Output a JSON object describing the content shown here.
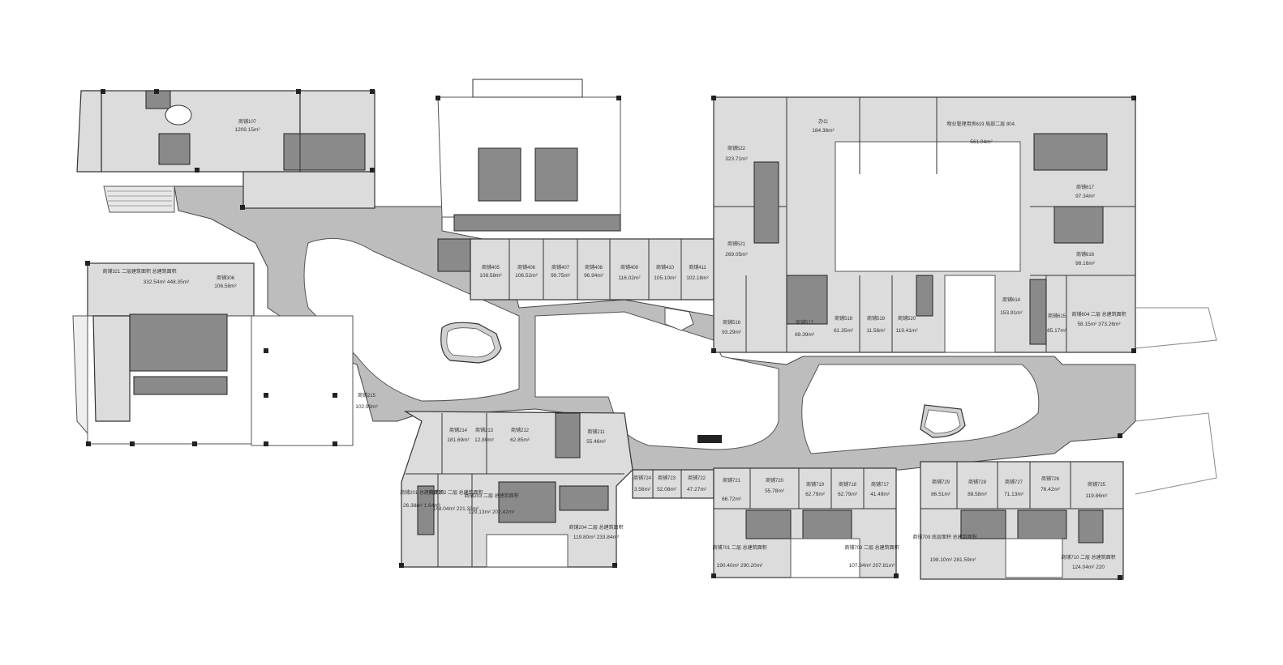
{
  "units": [
    {
      "name": "商铺107",
      "area": "1209.15m²"
    },
    {
      "name": "商铺321 二层建筑面积 总建筑面积",
      "area": "332.54m² 448.35m²"
    },
    {
      "name": "商铺306",
      "area": "106.58m²"
    },
    {
      "name": "商铺405",
      "area": "108.58m²"
    },
    {
      "name": "商铺406",
      "area": "106.52m²"
    },
    {
      "name": "商铺407",
      "area": "99.75m²"
    },
    {
      "name": "商铺408",
      "area": "96.94m²"
    },
    {
      "name": "商铺409",
      "area": "116.02m²"
    },
    {
      "name": "商铺410",
      "area": "105.10m²"
    },
    {
      "name": "商铺411",
      "area": "102.18m²"
    },
    {
      "name": "商铺522",
      "area": "323.71m²"
    },
    {
      "name": "办公",
      "area": "184.38m²"
    },
    {
      "name": "物业管理用房619 局部二层 804.",
      "area": "561.04m²"
    },
    {
      "name": "商铺521",
      "area": "269.05m²"
    },
    {
      "name": "商铺617",
      "area": "97.34m²"
    },
    {
      "name": "商铺616",
      "area": "98.16m²"
    },
    {
      "name": "商铺516",
      "area": "93.29m²"
    },
    {
      "name": "商铺517",
      "area": "69.39m²"
    },
    {
      "name": "商铺518",
      "area": "61.35m²"
    },
    {
      "name": "商铺519",
      "area": "11.56m²"
    },
    {
      "name": "商铺520",
      "area": "119.41m²"
    },
    {
      "name": "商铺614",
      "area": "153.91m²"
    },
    {
      "name": "商铺615",
      "area": "85.17m²"
    },
    {
      "name": "商铺604 二层 总建筑面积",
      "area": "58.15m² 373.26m²"
    },
    {
      "name": "商铺215",
      "area": "102.99m²"
    },
    {
      "name": "商铺214",
      "area": "181.69m²"
    },
    {
      "name": "商铺213",
      "area": "12.80m²"
    },
    {
      "name": "商铺212",
      "area": "62.85m²"
    },
    {
      "name": "商铺211",
      "area": "55.46m²"
    },
    {
      "name": "商铺201 总建筑面积",
      "area": "26.38m² 1.64m²"
    },
    {
      "name": "商铺202 二层 总建筑面积",
      "area": "148.04m² 221.33m²"
    },
    {
      "name": "商铺203 二层 总建筑面积",
      "area": "129.13m² 202.42m²"
    },
    {
      "name": "商铺204 二层 总建筑面积",
      "area": "119.80m² 233.84m²"
    },
    {
      "name": "商铺724",
      "area": "3.56m²"
    },
    {
      "name": "商铺723",
      "area": "52.08m²"
    },
    {
      "name": "商铺722",
      "area": "47.27m²"
    },
    {
      "name": "商铺721",
      "area": "66.72m²"
    },
    {
      "name": "商铺720",
      "area": "55.78m²"
    },
    {
      "name": "商铺719",
      "area": "62.79m²"
    },
    {
      "name": "商铺718",
      "area": "62.79m²"
    },
    {
      "name": "商铺717",
      "area": "41.49m²"
    },
    {
      "name": "商铺701 二层 总建筑面积",
      "area": "190.40m² 290.20m²"
    },
    {
      "name": "商铺703 二层 总建筑面积",
      "area": "107.34m² 207.81m²"
    },
    {
      "name": "商铺729",
      "area": "86.51m²"
    },
    {
      "name": "商铺728",
      "area": "88.58m²"
    },
    {
      "name": "商铺727",
      "area": "71.13m²"
    },
    {
      "name": "商铺726",
      "area": "76.42m²"
    },
    {
      "name": "商铺725",
      "area": "119.86m²"
    },
    {
      "name": "商铺709 底层面积 总建筑面积",
      "area": "198.10m² 281.59m²"
    },
    {
      "name": "商铺710 二层 总建筑面积",
      "area": "124.04m² 220"
    }
  ]
}
